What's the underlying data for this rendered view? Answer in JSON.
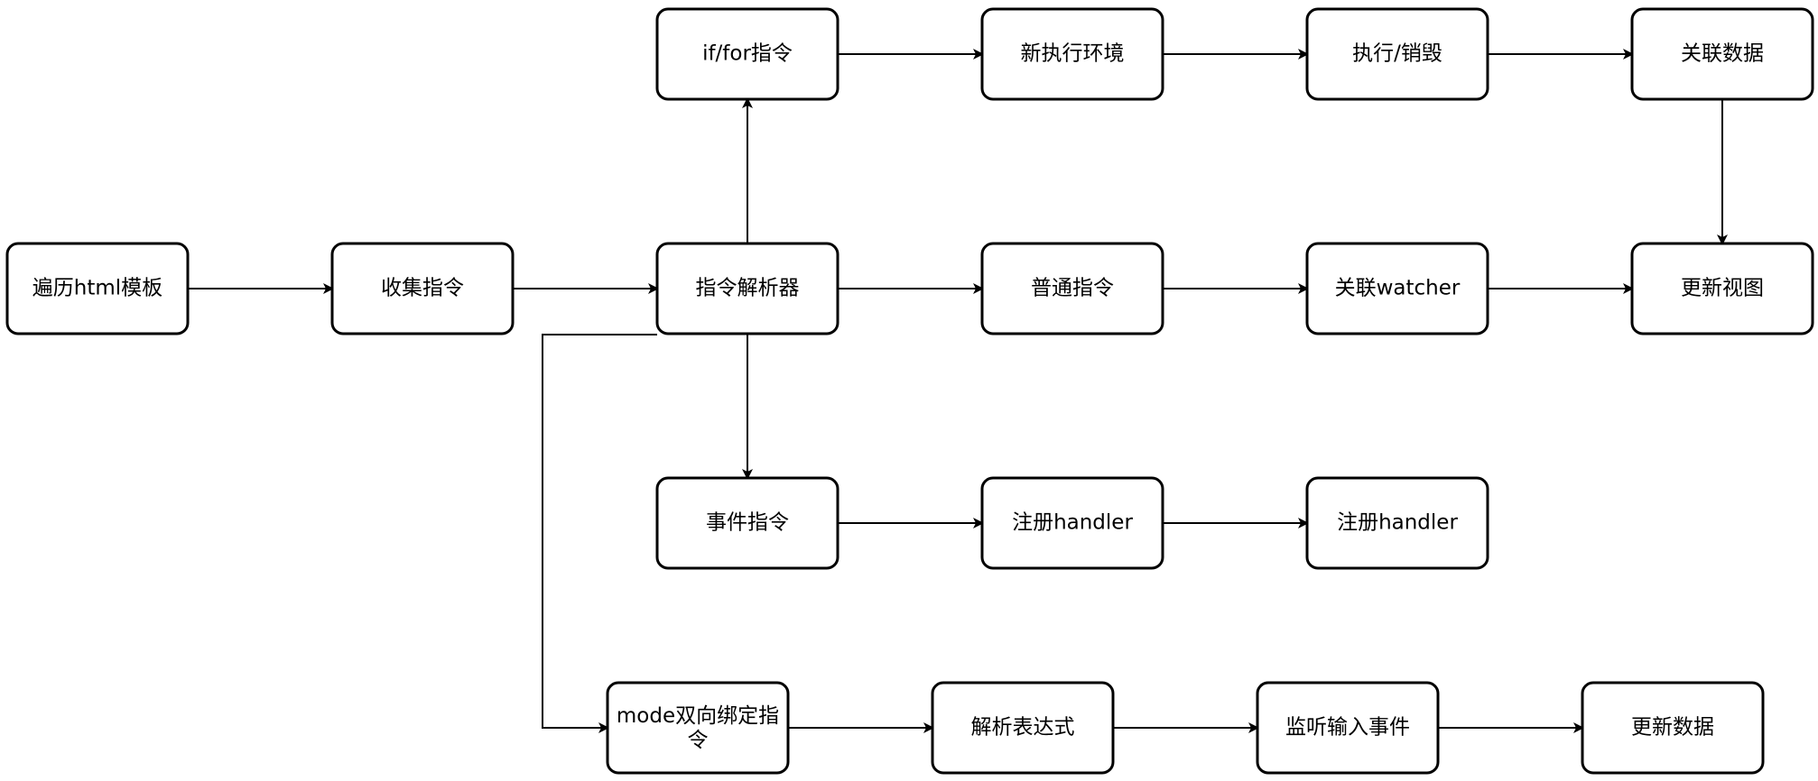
{
  "nodes": [
    {
      "id": "traverse",
      "label": "遍历html模板"
    },
    {
      "id": "collect",
      "label": "收集指令"
    },
    {
      "id": "parser",
      "label": "指令解析器"
    },
    {
      "id": "iffor",
      "label": "if/for指令"
    },
    {
      "id": "new_env",
      "label": "新执行环境"
    },
    {
      "id": "exec_destroy",
      "label": "执行/销毁"
    },
    {
      "id": "link_data",
      "label": "关联数据"
    },
    {
      "id": "normal",
      "label": "普通指令"
    },
    {
      "id": "link_watcher",
      "label": "关联watcher"
    },
    {
      "id": "update_view",
      "label": "更新视图"
    },
    {
      "id": "event",
      "label": "事件指令"
    },
    {
      "id": "register1",
      "label": "注册handler"
    },
    {
      "id": "register2",
      "label": "注册handler"
    },
    {
      "id": "model",
      "label": "mode双向绑定指令"
    },
    {
      "id": "parse_expr",
      "label": "解析表达式"
    },
    {
      "id": "listen_input",
      "label": "监听输入事件"
    },
    {
      "id": "update_data",
      "label": "更新数据"
    }
  ],
  "edges": [
    {
      "from": "traverse",
      "to": "collect"
    },
    {
      "from": "collect",
      "to": "parser"
    },
    {
      "from": "parser",
      "to": "iffor"
    },
    {
      "from": "iffor",
      "to": "new_env"
    },
    {
      "from": "new_env",
      "to": "exec_destroy"
    },
    {
      "from": "exec_destroy",
      "to": "link_data"
    },
    {
      "from": "link_data",
      "to": "update_view"
    },
    {
      "from": "parser",
      "to": "normal"
    },
    {
      "from": "normal",
      "to": "link_watcher"
    },
    {
      "from": "link_watcher",
      "to": "update_view"
    },
    {
      "from": "parser",
      "to": "event"
    },
    {
      "from": "event",
      "to": "register1"
    },
    {
      "from": "register1",
      "to": "register2"
    },
    {
      "from": "parser",
      "to": "model"
    },
    {
      "from": "model",
      "to": "parse_expr"
    },
    {
      "from": "parse_expr",
      "to": "listen_input"
    },
    {
      "from": "listen_input",
      "to": "update_data"
    }
  ]
}
